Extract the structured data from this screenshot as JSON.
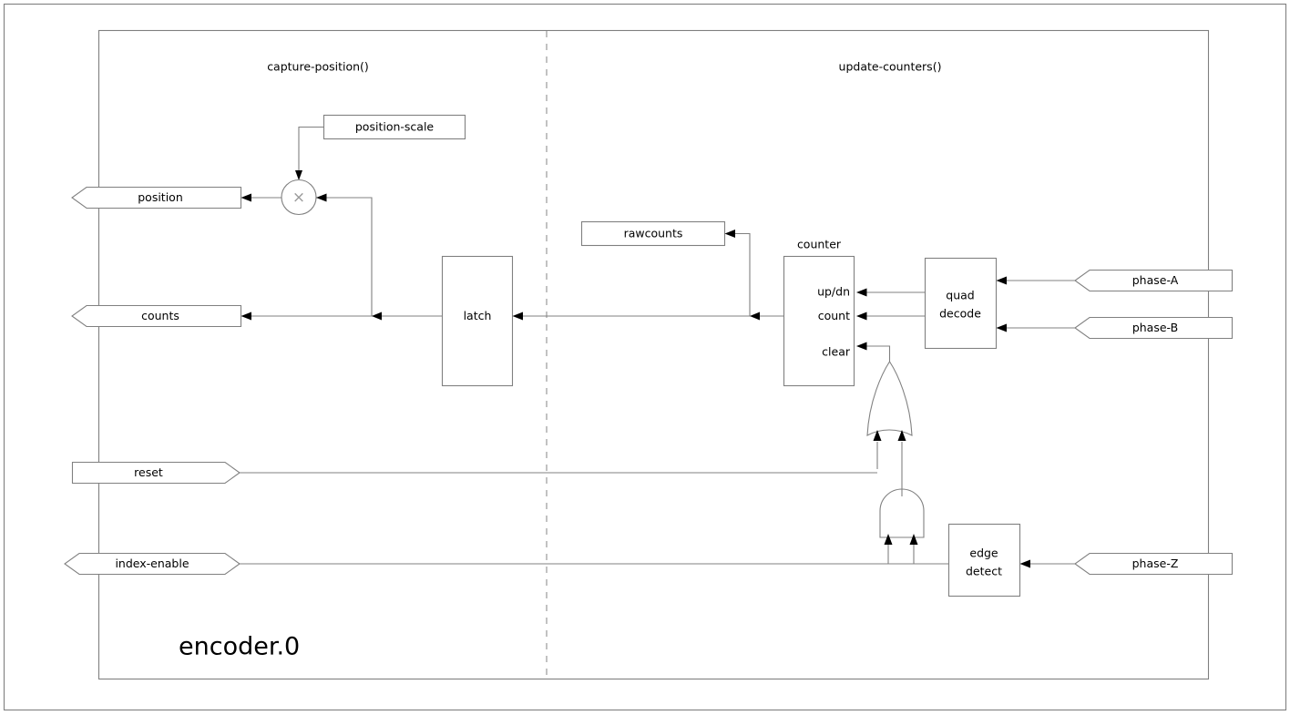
{
  "diagram": {
    "title": "encoder.0",
    "sections": [
      {
        "id": "capture",
        "label": "capture-position()"
      },
      {
        "id": "update",
        "label": "update-counters()"
      }
    ],
    "signals": [
      {
        "id": "position",
        "label": "position",
        "direction": "out"
      },
      {
        "id": "counts",
        "label": "counts",
        "direction": "out"
      },
      {
        "id": "reset",
        "label": "reset",
        "direction": "in"
      },
      {
        "id": "index-enable",
        "label": "index-enable",
        "direction": "io"
      },
      {
        "id": "phase-a",
        "label": "phase-A",
        "direction": "in"
      },
      {
        "id": "phase-b",
        "label": "phase-B",
        "direction": "in"
      },
      {
        "id": "phase-z",
        "label": "phase-Z",
        "direction": "in"
      }
    ],
    "parameters": [
      {
        "id": "position-scale",
        "label": "position-scale"
      },
      {
        "id": "rawcounts",
        "label": "rawcounts"
      }
    ],
    "blocks": [
      {
        "id": "latch",
        "label": "latch",
        "caption": ""
      },
      {
        "id": "counter",
        "label": "",
        "caption": "counter"
      },
      {
        "id": "quad-decode",
        "line1": "quad",
        "line2": "decode"
      },
      {
        "id": "edge-detect",
        "line1": "edge",
        "line2": "detect"
      }
    ],
    "counter_ports": [
      {
        "id": "updn",
        "label": "up/dn"
      },
      {
        "id": "count",
        "label": "count"
      },
      {
        "id": "clear",
        "label": "clear"
      }
    ],
    "gates": [
      {
        "id": "or-gate",
        "type": "or",
        "inputs": 2
      },
      {
        "id": "and-gate",
        "type": "and",
        "inputs": 2
      }
    ],
    "operators": [
      {
        "id": "multiply",
        "glyph": "×"
      }
    ],
    "colors": {
      "line": "#808080",
      "arrow": "#000000",
      "text": "#000000",
      "divider": "#9a9a9a",
      "background": "#ffffff"
    }
  }
}
